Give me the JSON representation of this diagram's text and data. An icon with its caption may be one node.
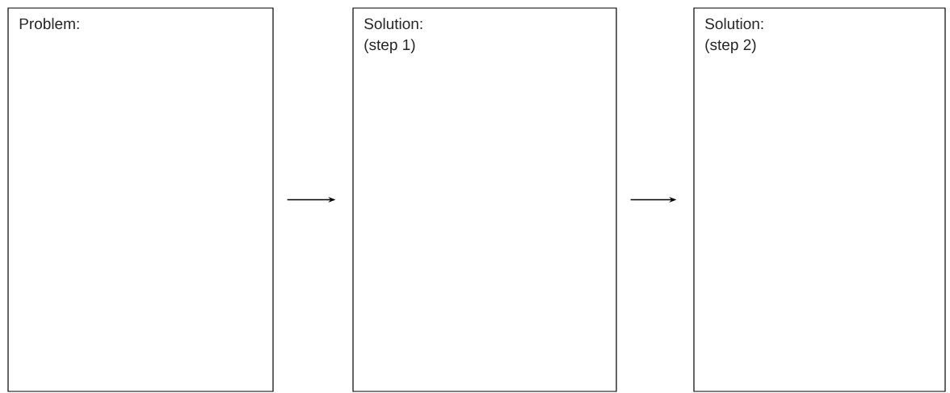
{
  "diagram": {
    "nodes": [
      {
        "text": [
          "Problem:"
        ]
      },
      {
        "text": [
          "Solution:",
          "(step 1)"
        ]
      },
      {
        "text": [
          "Solution:",
          "(step 2)"
        ]
      }
    ],
    "edges": [
      {
        "from": 0,
        "to": 1,
        "arrow": "to"
      },
      {
        "from": 1,
        "to": 2,
        "arrow": "to"
      }
    ]
  }
}
